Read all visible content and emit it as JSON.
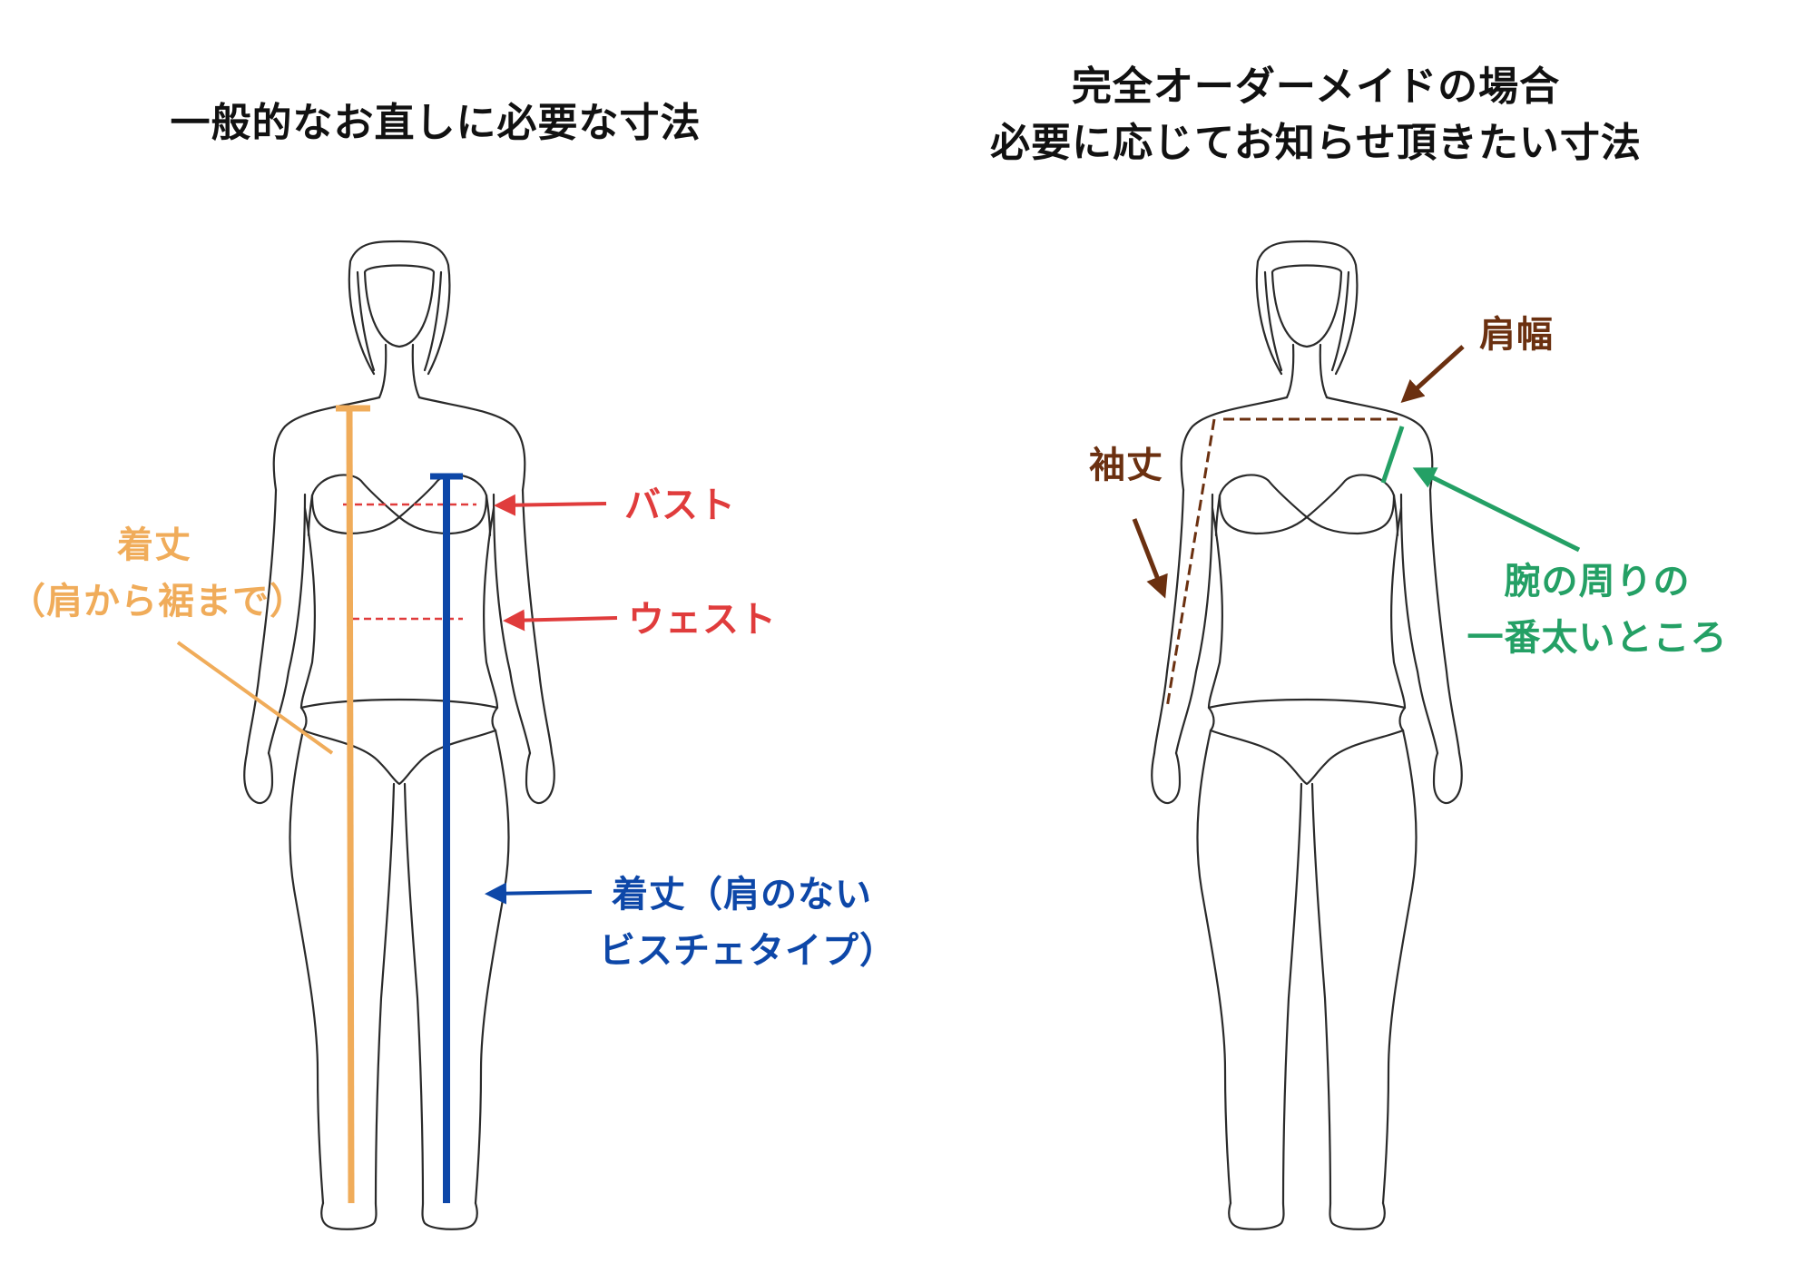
{
  "left_title": "一般的なお直しに必要な寸法",
  "right_title": {
    "line1": "完全オーダーメイドの場合",
    "line2": "必要に応じてお知らせ頂きたい寸法"
  },
  "labels": {
    "bust": "バスト",
    "waist": "ウェスト",
    "length_shoulder": {
      "line1": "着丈",
      "line2": "（肩から裾まで）"
    },
    "length_bustier": {
      "line1": "着丈（肩のない",
      "line2": "ビスチェタイプ）"
    },
    "shoulder_width": "肩幅",
    "sleeve_length": "袖丈",
    "upper_arm": {
      "line1": "腕の周りの",
      "line2": "一番太いところ"
    }
  },
  "colors": {
    "orange": "#f0ac5a",
    "blue": "#0d47a8",
    "red": "#e03c3c",
    "brown": "#6b3010",
    "green": "#24a065",
    "outline": "#2a2a2a"
  }
}
